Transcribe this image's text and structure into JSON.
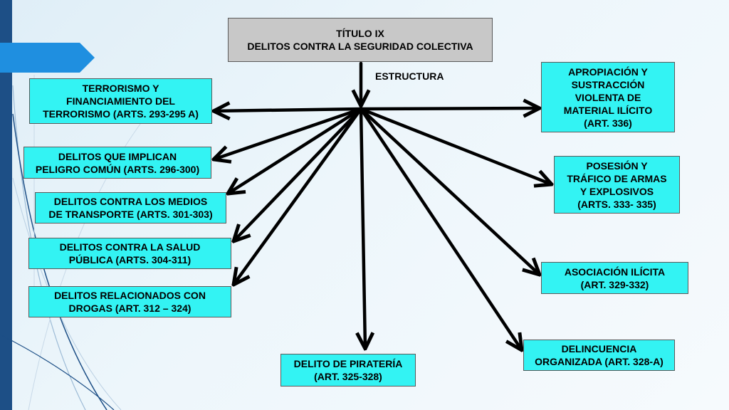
{
  "header": {
    "line1": "TÍTULO IX",
    "line2": "DELITOS CONTRA LA SEGURIDAD COLECTIVA"
  },
  "estructura_label": "ESTRUCTURA",
  "colors": {
    "box_fill": "#33f3f3",
    "title_fill": "#c8c8c8",
    "left_bar": "#1d4f86",
    "tab_accent": "#1f8fe0",
    "arrows": "#000000"
  },
  "left_nodes": [
    {
      "lines": [
        "TERRORISMO Y",
        "FINANCIAMIENTO DEL",
        "TERRORISMO (ARTS. 293-295 A)"
      ]
    },
    {
      "lines": [
        "DELITOS QUE IMPLICAN",
        "PELIGRO COMÚN (ARTS. 296-300)"
      ]
    },
    {
      "lines": [
        "DELITOS CONTRA LOS MEDIOS",
        "DE TRANSPORTE (ARTS. 301-303)"
      ]
    },
    {
      "lines": [
        "DELITOS CONTRA LA SALUD",
        "PÚBLICA (ARTS. 304-311)"
      ]
    },
    {
      "lines": [
        "DELITOS RELACIONADOS CON",
        "DROGAS (ART. 312 – 324)"
      ]
    }
  ],
  "bottom_node": {
    "lines": [
      "DELITO DE PIRATERÍA",
      "(ART. 325-328)"
    ]
  },
  "right_nodes": [
    {
      "lines": [
        "APROPIACIÓN Y",
        "SUSTRACCIÓN",
        "VIOLENTA DE",
        "MATERIAL ILÍCITO",
        "(ART. 336)"
      ]
    },
    {
      "lines": [
        "POSESIÓN Y",
        "TRÁFICO DE ARMAS",
        "Y EXPLOSIVOS",
        "(ARTS. 333- 335)"
      ]
    },
    {
      "lines": [
        "ASOCIACIÓN ILÍCITA",
        "(ART. 329-332)"
      ]
    },
    {
      "lines": [
        "DELINCUENCIA",
        "ORGANIZADA (ART. 328-A)"
      ]
    }
  ]
}
